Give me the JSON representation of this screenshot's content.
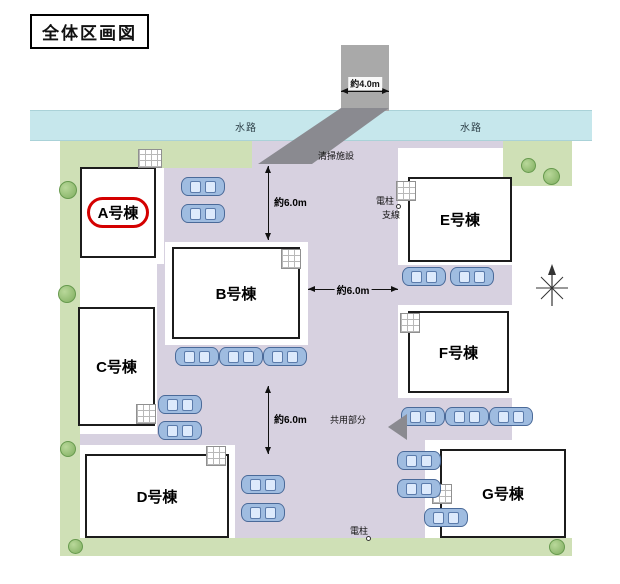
{
  "title": "全体区画図",
  "waterway": {
    "left_label": "水路",
    "right_label": "水路"
  },
  "dimensions": {
    "north_road_width": "約4.0m",
    "upper_road_width": "約6.0m",
    "center_road_width": "約6.0m",
    "lower_road_width": "約6.0m"
  },
  "buildings": [
    {
      "label": "A号棟",
      "highlighted": true
    },
    {
      "label": "B号棟",
      "highlighted": false
    },
    {
      "label": "C号棟",
      "highlighted": false
    },
    {
      "label": "D号棟",
      "highlighted": false
    },
    {
      "label": "E号棟",
      "highlighted": false
    },
    {
      "label": "F号棟",
      "highlighted": false
    },
    {
      "label": "G号棟",
      "highlighted": false
    }
  ],
  "annotations": {
    "cleaning_facility": "清掃施設",
    "utility_pole_upper": "電柱",
    "guy_wire": "支線",
    "common_area": "共用部分",
    "utility_pole_lower": "電柱"
  },
  "icons": {
    "compass": "compass-north-icon",
    "car": "car-icon",
    "tree": "tree-icon"
  },
  "colors": {
    "water": "#c6e7ec",
    "north_road": "#a9a9a9",
    "crossing_road": "#8a8a90",
    "pavement": "#d7d1e0",
    "landscape": "#cfe0b6",
    "lot": "#ffffff",
    "building_border": "#1c1c1c",
    "highlight": "#d40000",
    "car_body": "#9fbce0"
  }
}
